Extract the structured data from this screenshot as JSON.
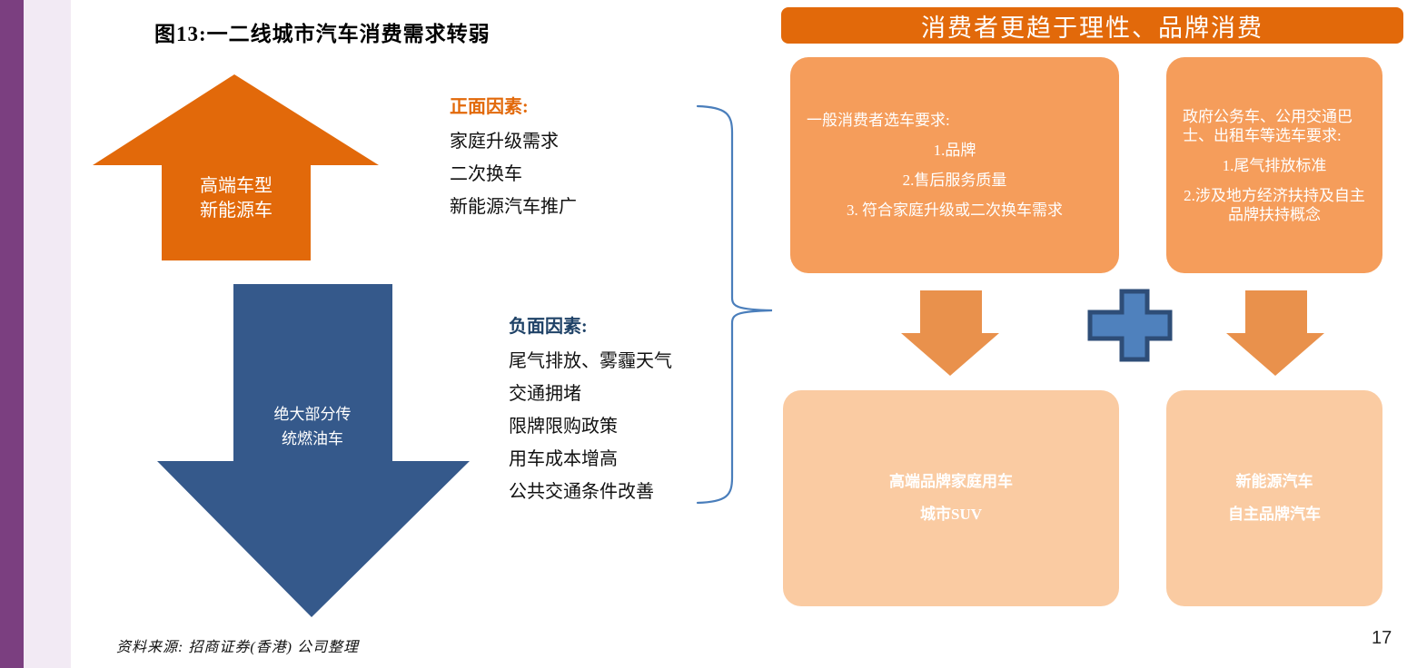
{
  "colors": {
    "dark_orange": "#E2690A",
    "medium_orange": "#F59D5B",
    "light_orange": "#FACBA2",
    "arrow_orange": "#E9914C",
    "arrow_blue": "#35598B",
    "plus_fill": "#4F81BD",
    "plus_border": "#2E4D77",
    "brace_blue": "#4A7EBB",
    "sidebar_purple": "#7B3F80",
    "sidebar_lavender": "#F2EAF4",
    "positive_heading_color": "#E2690A",
    "negative_heading_color": "#1F4267"
  },
  "figure": {
    "title": "图13:一二线城市汽车消费需求转弱",
    "up_arrow_label_lines": [
      "高端车型",
      "新能源车"
    ],
    "down_arrow_label_lines": [
      "绝大部分传",
      "统燃油车"
    ],
    "positive": {
      "heading": "正面因素:",
      "items": [
        "家庭升级需求",
        "二次换车",
        "新能源汽车推广"
      ]
    },
    "negative": {
      "heading": "负面因素:",
      "items": [
        "尾气排放、雾霾天气",
        "交通拥堵",
        "限牌限购政策",
        "用车成本增高",
        "公共交通条件改善"
      ]
    }
  },
  "right_panel": {
    "header": "消费者更趋于理性、品牌消费",
    "consumer_box": {
      "heading": "一般消费者选车要求:",
      "items": [
        "1.品牌",
        "2.售后服务质量",
        "3. 符合家庭升级或二次换车需求"
      ]
    },
    "fleet_box": {
      "heading": "政府公务车、公用交通巴士、出租车等选车要求:",
      "items": [
        "1.尾气排放标准",
        "2.涉及地方经济扶持及自主品牌扶持概念"
      ]
    },
    "result_consumer_lines": [
      "高端品牌家庭用车",
      "城市SUV"
    ],
    "result_fleet_lines": [
      "新能源汽车",
      "自主品牌汽车"
    ]
  },
  "footer": {
    "source": "资料来源: 招商证券(香港) 公司整理",
    "page_number": "17"
  }
}
